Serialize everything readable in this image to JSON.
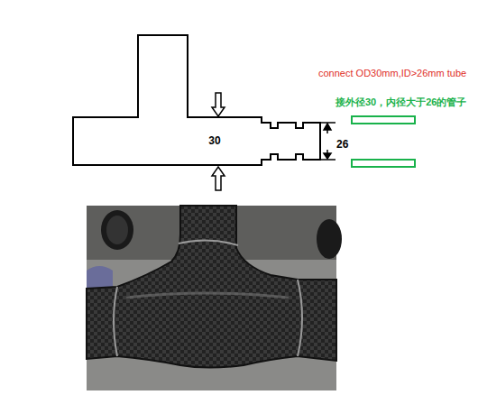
{
  "diagram": {
    "nodes": [
      {
        "text": [
          "30"
        ]
      }
    ],
    "labels": [
      "26",
      "connect OD30mm,ID>26mm tube",
      "接外径30，内径大于26的管子"
    ]
  }
}
